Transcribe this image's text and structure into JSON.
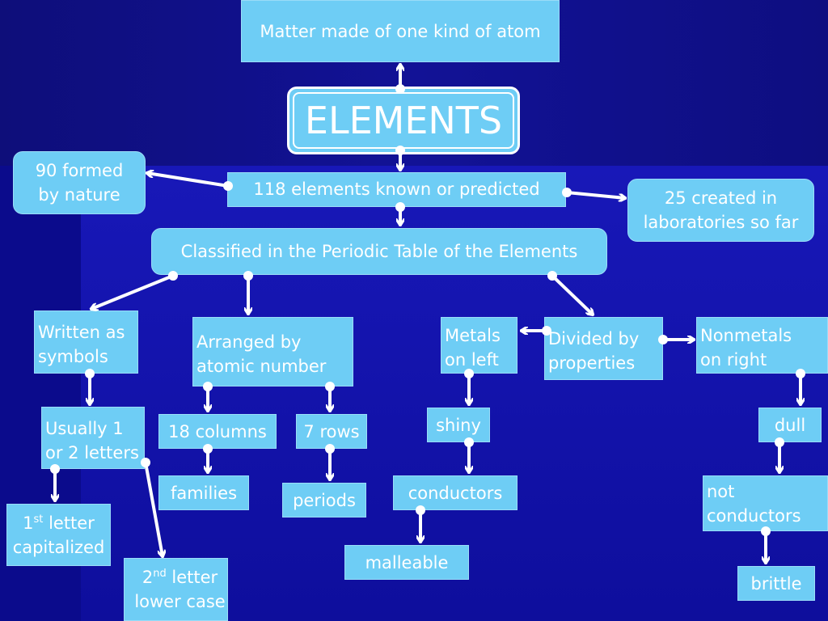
{
  "nodes": {
    "matter": "Matter made of one kind of atom",
    "elements": "ELEMENTS",
    "known": "118 elements known or predicted",
    "nature_1": "90 formed",
    "nature_2": "by nature",
    "created_1": "25 created in",
    "created_2": "laboratories so far",
    "classified": "Classified in the Periodic Table of the Elements",
    "written_1": "Written as",
    "written_2": "symbols",
    "arranged_1": "Arranged by",
    "arranged_2": "atomic number",
    "metals_1": "Metals",
    "metals_2": "on left",
    "divided_1": "Divided by",
    "divided_2": "properties",
    "nonmetals_1": "Nonmetals",
    "nonmetals_2": "on right",
    "usually_1": "Usually 1",
    "usually_2": "or 2 letters",
    "columns": "18 columns",
    "rows": "7 rows",
    "shiny": "shiny",
    "dull": "dull",
    "families": "families",
    "periods": "periods",
    "conductors": "conductors",
    "not_conductors_1": "not",
    "not_conductors_2": "conductors",
    "first_num": "1",
    "first_sup": "st",
    "first_rest": " letter",
    "first_2": "capitalized",
    "malleable": "malleable",
    "brittle": "brittle",
    "second_num": "2",
    "second_sup": "nd",
    "second_rest": " letter",
    "second_2": "lower case"
  },
  "colors": {
    "box_fill": "#6ecdf5",
    "arrow": "#ffffff",
    "background": "#1414aa"
  }
}
